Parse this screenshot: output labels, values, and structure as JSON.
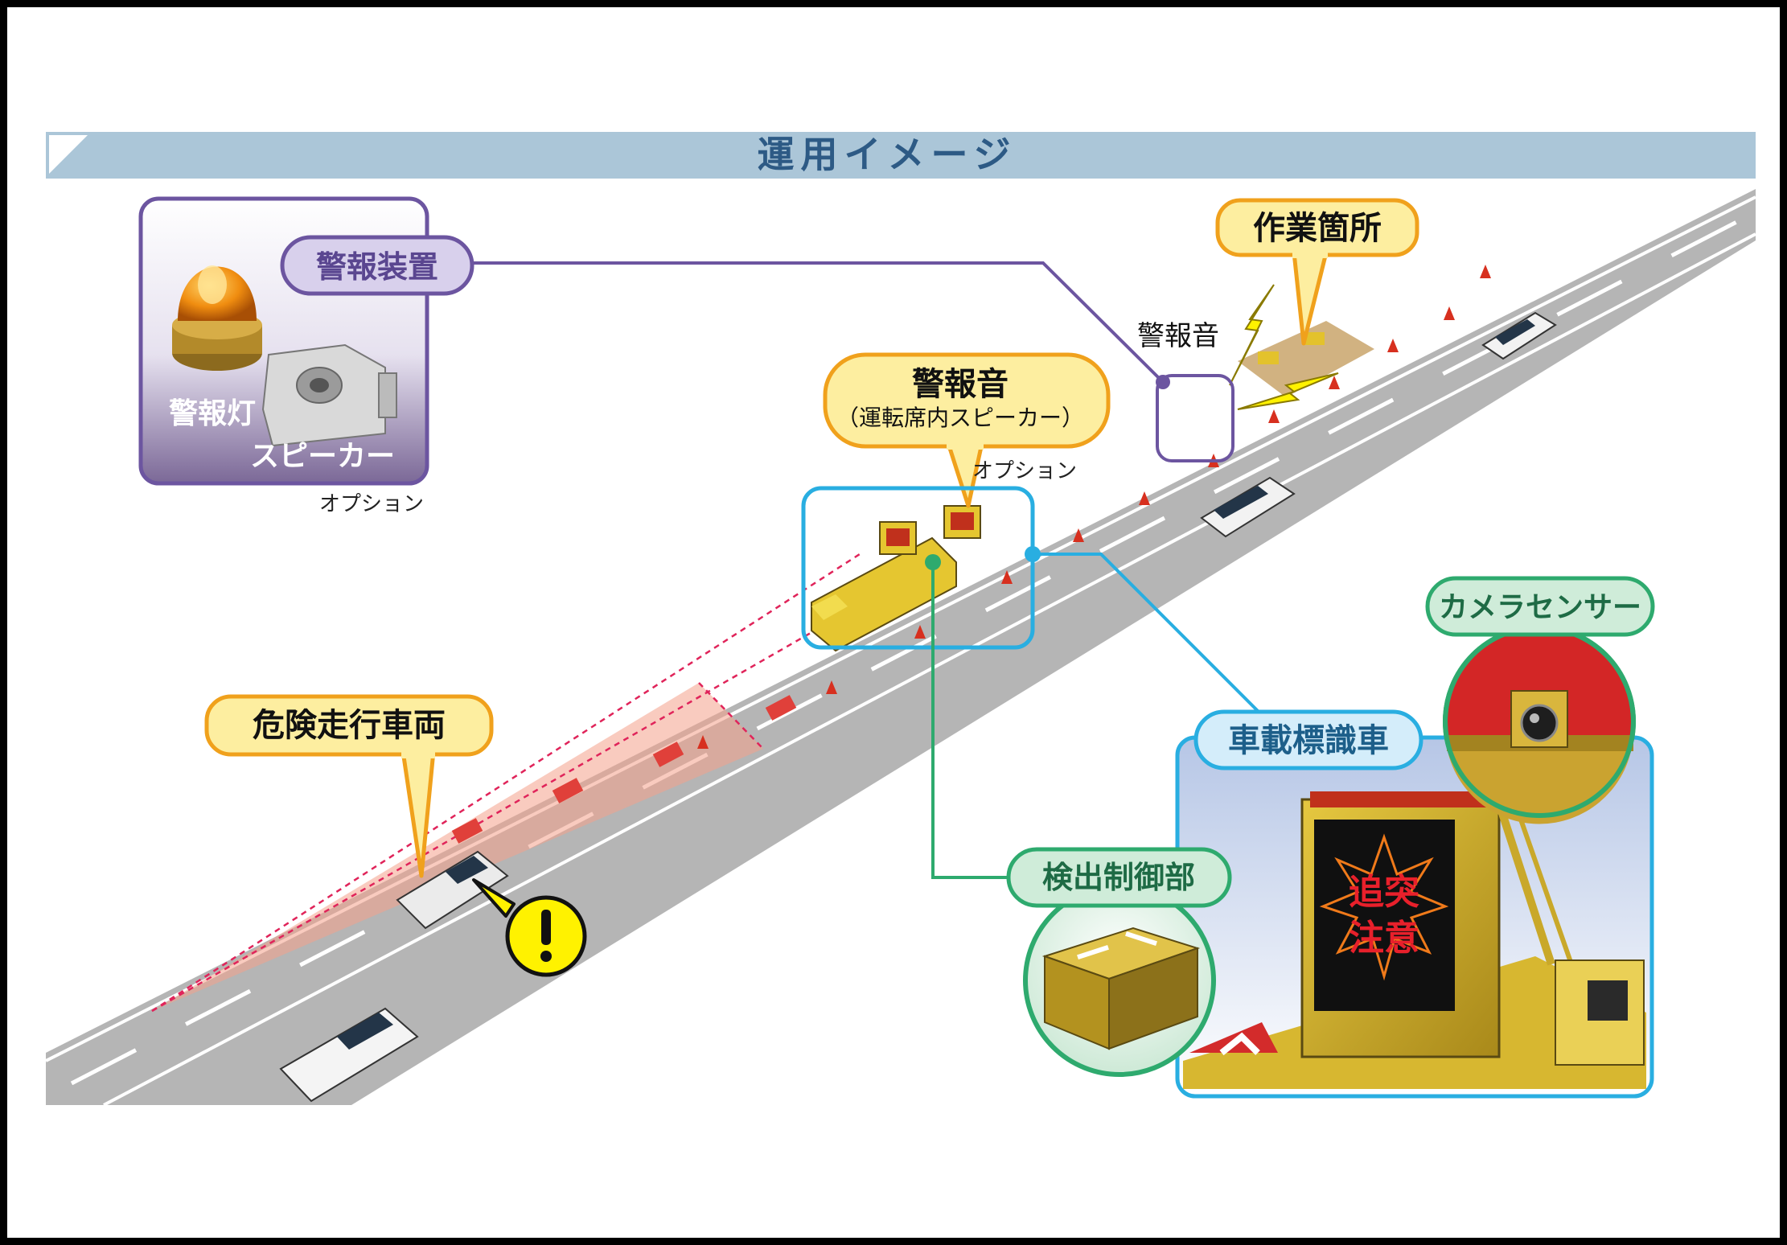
{
  "header": {
    "title": "運用イメージ"
  },
  "colors": {
    "header_bar": "#abc6d8",
    "header_text": "#2d5a85",
    "purple": "#6c55a0",
    "purple_fill": "#d8d0ec",
    "orange": "#f0a11c",
    "orange_fill": "#fdeea0",
    "cyan": "#29aee1",
    "cyan_fill": "#d4edfa",
    "green": "#2eaa6e",
    "green_fill": "#cfecd9",
    "road": "#b3b3b3",
    "warning_yellow": "#fff200",
    "sign_text": "#e8202b"
  },
  "icons": [
    "warning-exclamation-icon",
    "lightning-icon",
    "traffic-cone-icon",
    "rotating-light-icon",
    "speaker-icon",
    "camera-icon",
    "control-box-icon"
  ],
  "alarm_device": {
    "label": "警報装置",
    "lamp_label": "警報灯",
    "speaker_label": "スピーカー",
    "option_note": "オプション"
  },
  "work_site": {
    "label": "作業箇所"
  },
  "alarm_sound_site": {
    "label": "警報音"
  },
  "in_cab": {
    "title": "警報音",
    "subtitle": "（運転席内スピーカー）",
    "option_note": "オプション"
  },
  "danger_vehicle": {
    "label": "危険走行車両"
  },
  "sign_truck": {
    "label": "車載標識車",
    "sign_line1": "追突",
    "sign_line2": "注意"
  },
  "camera_sensor": {
    "label": "カメラセンサー"
  },
  "detection_unit": {
    "label": "検出制御部"
  }
}
